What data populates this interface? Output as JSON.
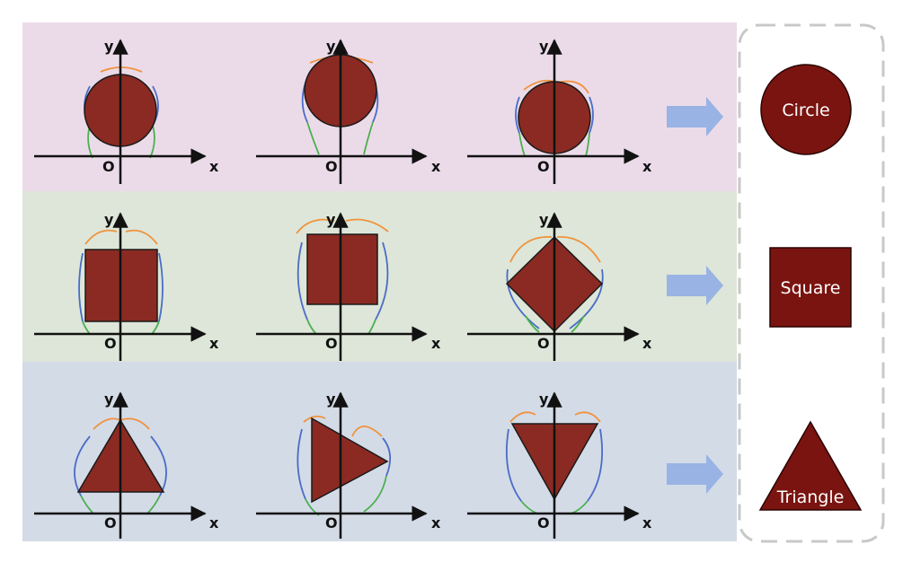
{
  "axis_labels": {
    "x": "x",
    "y": "y",
    "origin": "O"
  },
  "colors": {
    "circle_row_bg": "#ebdbe9",
    "square_row_bg": "#dde6d8",
    "triangle_row_bg": "#d3dbe7",
    "shape_fill": "#8b2a22",
    "shape_stroke": "#1a1a1a",
    "arc_orange": "#f0923c",
    "arc_blue": "#4a6cc8",
    "arc_green": "#4caf50",
    "arrow_fill": "#98b3e4",
    "result_fill": "#7a1410",
    "dashed_border": "#c8c8c8"
  },
  "results": {
    "circle": "Circle",
    "square": "Square",
    "triangle": "Triangle"
  }
}
